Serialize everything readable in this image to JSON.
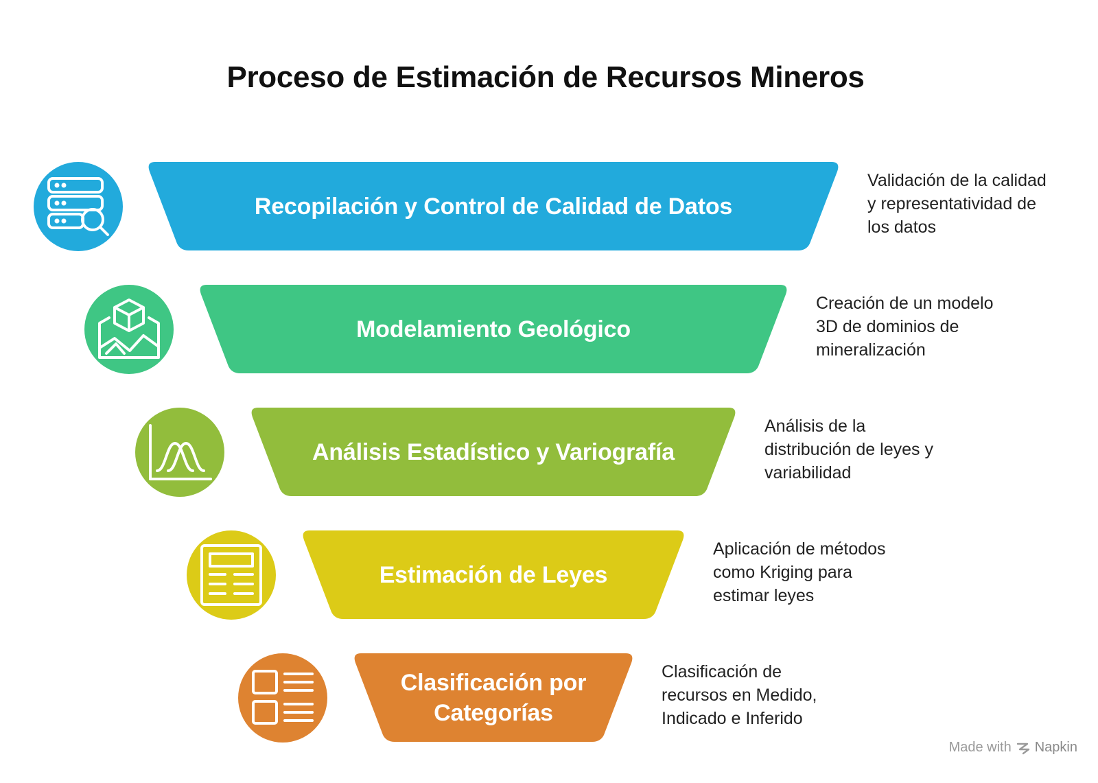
{
  "title": "Proceso de Estimación de Recursos Mineros",
  "stages": [
    {
      "label": "Recopilación y Control de Calidad de Datos",
      "description": "Validación de la calidad\ny representatividad de\nlos datos",
      "color": "#22AADC",
      "icon": "database-search-icon"
    },
    {
      "label": "Modelamiento Geológico",
      "description": "Creación de un modelo\n3D de dominios de\nmineralización",
      "color": "#3FC684",
      "icon": "cube-map-icon"
    },
    {
      "label": "Análisis Estadístico y Variografía",
      "description": "Análisis de la\ndistribución de leyes y\nvariabilidad",
      "color": "#92BD3C",
      "icon": "distribution-chart-icon"
    },
    {
      "label": "Estimación de Leyes",
      "description": "Aplicación de métodos\ncomo Kriging para\nestimar leyes",
      "color": "#DCCB17",
      "icon": "document-layout-icon"
    },
    {
      "label": "Clasificación por\nCategorías",
      "description": "Clasificación de\nrecursos en Medido,\nIndicado e Inferido",
      "color": "#DE8331",
      "icon": "checklist-icon"
    }
  ],
  "footer": {
    "prefix": "Made with",
    "brand": "Napkin",
    "icon": "napkin-logo-icon"
  }
}
